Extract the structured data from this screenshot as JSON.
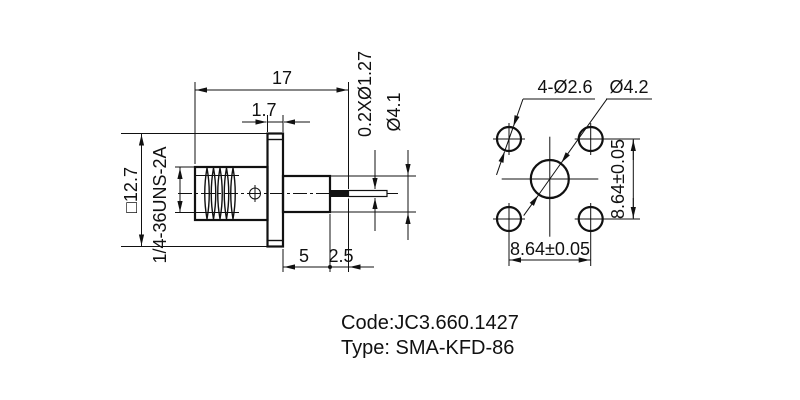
{
  "colors": {
    "ink": "#111111",
    "background": "#ffffff"
  },
  "side_view": {
    "labels": {
      "overall_length": "17",
      "flange_thickness": "1.7",
      "square_flange": "□12.7",
      "thread_spec": "1/4-36UNS-2A",
      "body_length": "5",
      "step_length": "2.5",
      "pin_spec": "0.2XØ1.27",
      "boss_diameter": "Ø4.1"
    }
  },
  "front_view": {
    "labels": {
      "corner_holes": "4-Ø2.6",
      "center_hole": "Ø4.2",
      "pitch_vertical": "8.64±0.05",
      "pitch_horizontal": "8.64±0.05"
    }
  },
  "title": {
    "code_line": "Code:JC3.660.1427",
    "type_line": "Type: SMA-KFD-86"
  }
}
